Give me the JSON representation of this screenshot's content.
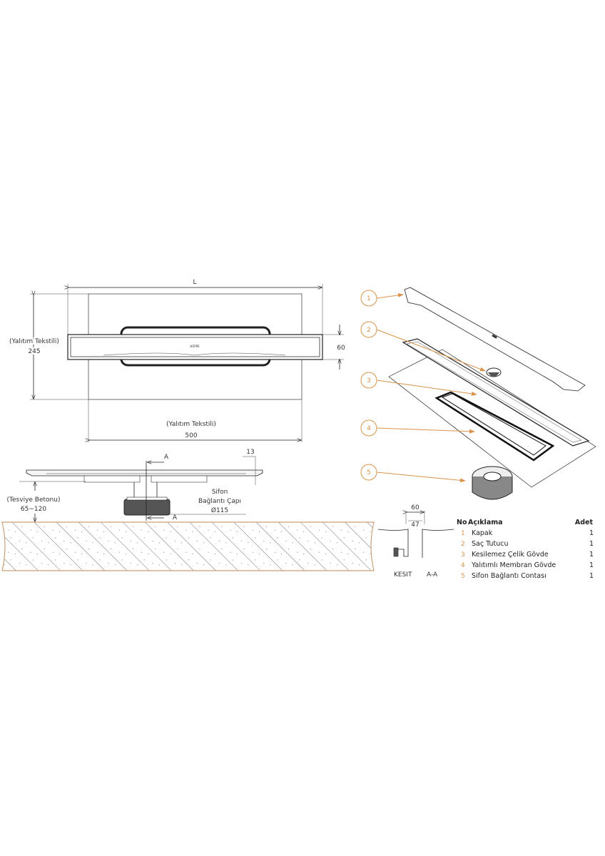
{
  "top_view": {
    "length_label": "L",
    "textile_width_label": "(Yalıtım Tekstili)",
    "textile_width_value": "245",
    "channel_width_value": "60",
    "textile_length_label": "(Yalıtım Tekstili)",
    "textile_length_value": "500",
    "logo_text": "HÜPPE"
  },
  "side_view": {
    "section_mark_top": "A",
    "section_mark_bottom": "A",
    "flange_height": "13",
    "screed_label": "(Tesviye Betonu)",
    "screed_value": "65~120",
    "siphon_label_1": "Sifon",
    "siphon_label_2": "Bağlantı Çapı",
    "siphon_value": "Ø115"
  },
  "section": {
    "title": "KESIT",
    "subtitle": "A-A",
    "outer_width": "60",
    "inner_width": "47"
  },
  "callouts": [
    "1",
    "2",
    "3",
    "4",
    "5"
  ],
  "parts_table": {
    "headers": {
      "no": "No",
      "description": "Açıklama",
      "qty": "Adet"
    },
    "rows": [
      {
        "no": "1",
        "description": "Kapak",
        "qty": "1"
      },
      {
        "no": "2",
        "description": "Saç Tutucu",
        "qty": "1"
      },
      {
        "no": "3",
        "description": "Kesilemez Çelik Gövde",
        "qty": "1"
      },
      {
        "no": "4",
        "description": "Yalıtımlı Membran Gövde",
        "qty": "1"
      },
      {
        "no": "5",
        "description": "Sifon Bağlantı Contası",
        "qty": "1"
      }
    ]
  },
  "colors": {
    "accent": "#d9934a",
    "slab_outline": "#c9a277",
    "line": "#222222"
  }
}
